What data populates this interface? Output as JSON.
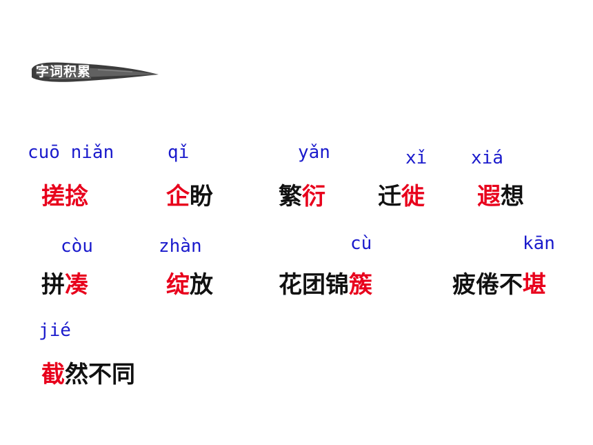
{
  "header": {
    "title": "字词积累"
  },
  "vocab": [
    {
      "id": "cuonian",
      "pinyin": "cuō niǎn",
      "parts": [
        {
          "t": "搓捻",
          "hl": true
        }
      ]
    },
    {
      "id": "qipan",
      "pinyin": "qǐ",
      "parts": [
        {
          "t": "企",
          "hl": true
        },
        {
          "t": "盼",
          "hl": false
        }
      ]
    },
    {
      "id": "fanyan",
      "pinyin": "yǎn",
      "parts": [
        {
          "t": "繁",
          "hl": false
        },
        {
          "t": "衍",
          "hl": true
        }
      ]
    },
    {
      "id": "qianxi",
      "pinyin": "xǐ",
      "parts": [
        {
          "t": "迁",
          "hl": false
        },
        {
          "t": "徙",
          "hl": true
        }
      ]
    },
    {
      "id": "xiaxiang",
      "pinyin": "xiá",
      "parts": [
        {
          "t": "遐",
          "hl": true
        },
        {
          "t": "想",
          "hl": false
        }
      ]
    },
    {
      "id": "pincou",
      "pinyin": "còu",
      "parts": [
        {
          "t": "拼",
          "hl": false
        },
        {
          "t": "凑",
          "hl": true
        }
      ]
    },
    {
      "id": "zhanfang",
      "pinyin": "zhàn",
      "parts": [
        {
          "t": "绽",
          "hl": true
        },
        {
          "t": "放",
          "hl": false
        }
      ]
    },
    {
      "id": "huatuan",
      "pinyin": "cù",
      "parts": [
        {
          "t": "花团锦",
          "hl": false
        },
        {
          "t": "簇",
          "hl": true
        }
      ]
    },
    {
      "id": "pijuan",
      "pinyin": "kān",
      "parts": [
        {
          "t": "疲倦不",
          "hl": false
        },
        {
          "t": "堪",
          "hl": true
        }
      ]
    },
    {
      "id": "jieran",
      "pinyin": "jié",
      "parts": [
        {
          "t": "截",
          "hl": true
        },
        {
          "t": "然不同",
          "hl": false
        }
      ]
    }
  ]
}
